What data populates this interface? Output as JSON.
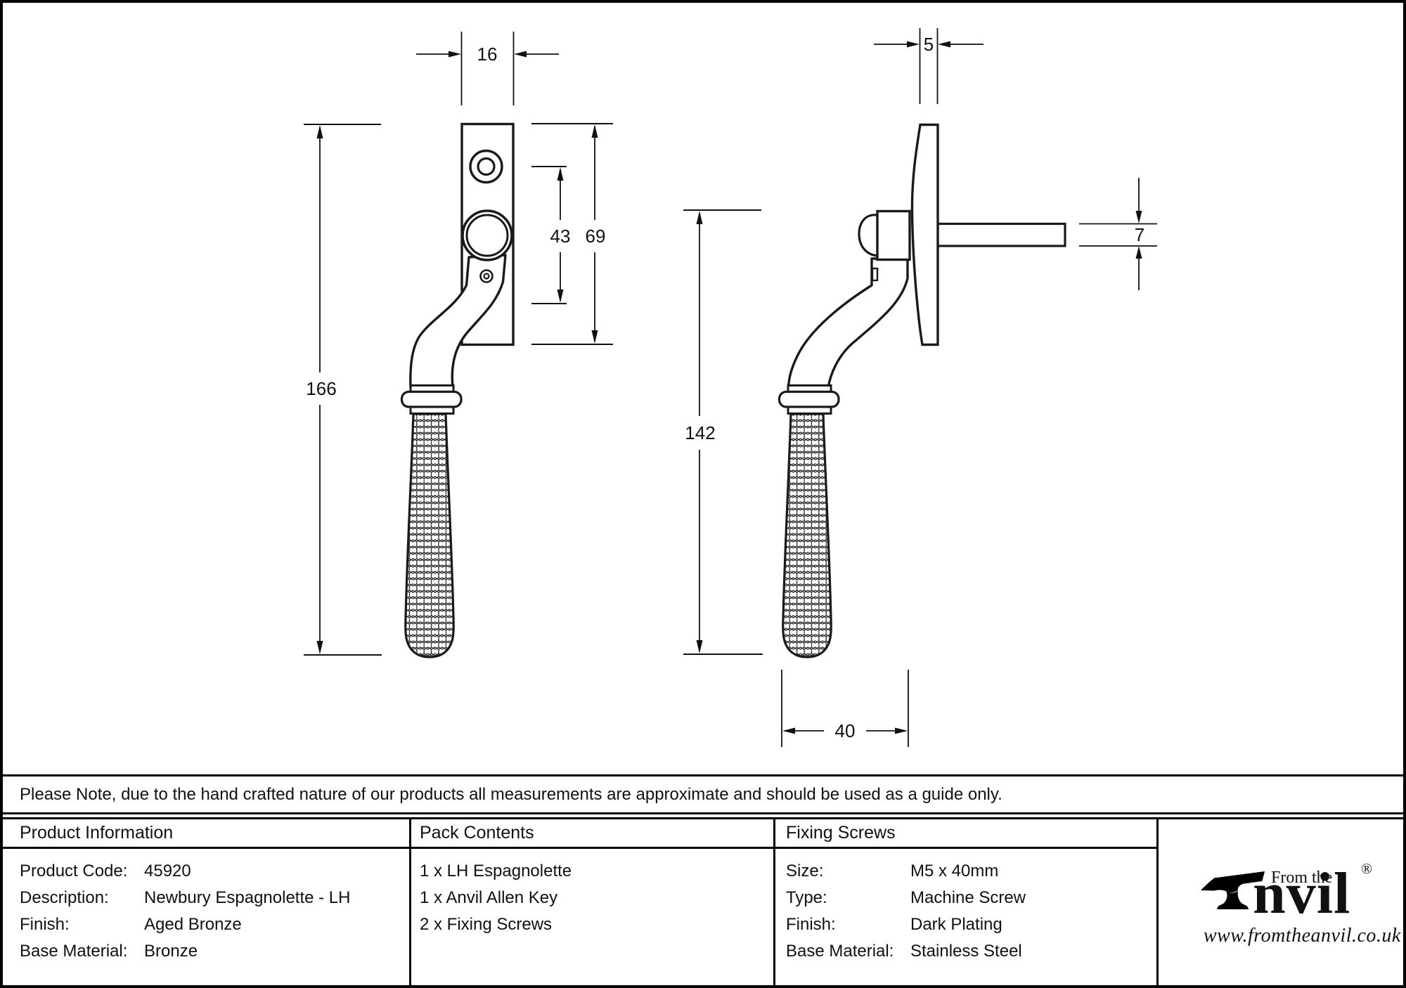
{
  "note": "Please Note, due to the hand crafted nature of our products all measurements are approximate and should be used as a guide only.",
  "drawings": {
    "front_view": {
      "plate_width": "16",
      "hole_spacing": "43",
      "plate_height": "69",
      "overall_height": "166"
    },
    "side_view": {
      "plate_thickness": "5",
      "spindle_height": "7",
      "handle_height": "142",
      "projection": "40"
    }
  },
  "table": {
    "columns": [
      {
        "header": "Product Information",
        "rows": [
          {
            "label": "Product Code:",
            "value": "45920"
          },
          {
            "label": "Description:",
            "value": "Newbury Espagnolette - LH"
          },
          {
            "label": "Finish:",
            "value": "Aged Bronze"
          },
          {
            "label": "Base Material:",
            "value": "Bronze"
          }
        ]
      },
      {
        "header": "Pack Contents",
        "items": [
          "1 x LH Espagnolette",
          "1 x Anvil Allen Key",
          "2 x Fixing Screws"
        ]
      },
      {
        "header": "Fixing Screws",
        "rows": [
          {
            "label": "Size:",
            "value": "M5 x 40mm"
          },
          {
            "label": "Type:",
            "value": "Machine Screw"
          },
          {
            "label": "Finish:",
            "value": "Dark Plating"
          },
          {
            "label": "Base Material:",
            "value": "Stainless Steel"
          }
        ]
      }
    ]
  },
  "logo": {
    "brand_prefix": "From the",
    "brand_rest": "nvil",
    "registered": "®",
    "website": "www.fromtheanvil.co.uk"
  },
  "colors": {
    "ink": "#111111",
    "line": "#1a1a1a",
    "paper": "#ffffff"
  }
}
